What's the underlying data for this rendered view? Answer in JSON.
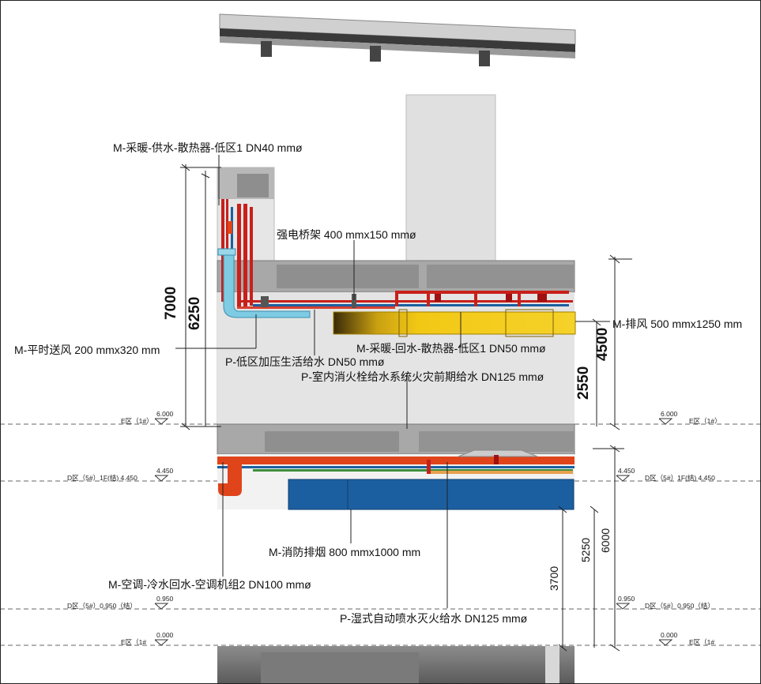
{
  "labels": {
    "heating_supply": "M-采暖-供水-散热器-低区1  DN40 mmø",
    "cable_tray": "强电桥架 400 mmx150 mmø",
    "exhaust": "M-排风 500 mmx1250 mm",
    "supply_air": "M-平时送风 200 mmx320 mm",
    "heating_return": "M-采暖-回水-散热器-低区1   DN50 mmø",
    "low_zone_water": "P-低区加压生活给水  DN50 mmø",
    "fire_hydrant": "P-室内消火栓给水系统火灾前期给水   DN125 mmø",
    "smoke_exhaust": "M-消防排烟 800 mmx1000 mm",
    "chilled_return": "M-空调-冷水回水-空调机组2  DN100 mmø",
    "sprinkler": "P-湿式自动喷水灭火给水   DN125 mmø"
  },
  "dimensions": {
    "d7000": "7000",
    "d6250": "6250",
    "d4500": "4500",
    "d2550": "2550",
    "d6000": "6000",
    "d5250": "5250",
    "d3700": "3700"
  },
  "levels": {
    "e_left_tag": "E区（1#）",
    "e_left_val": "6.000",
    "e_right_val": "6.000",
    "e_right_tag": "E区（1#）",
    "d1_left_tag": "D区（5#）1F(结) 4.450",
    "d1_left_val": "4.450",
    "d1_right_val": "4.450",
    "d1_right_tag": "D区（5#）1F(结) 4.450",
    "d2_left_tag": "D区（5#）0.950（结）",
    "d2_left_val": "0.950",
    "d2_right_val": "0.950",
    "d2_right_tag": "D区（5#）0.950（结）",
    "e0_left_tag": "E区（1#",
    "e0_left_val": "0.000",
    "e0_right_val": "0.000",
    "e0_right_tag": "E区（1#"
  },
  "colors": {
    "concrete": "#e3e3e3",
    "concrete_dark": "#a9a9a9",
    "steel": "#4a4a4a",
    "red_pipe": "#c8201a",
    "orange_duct": "#e0441a",
    "blue_duct": "#1c5fa0",
    "cyan_duct": "#7ecbe3",
    "yellow_duct": "#f0c814"
  }
}
